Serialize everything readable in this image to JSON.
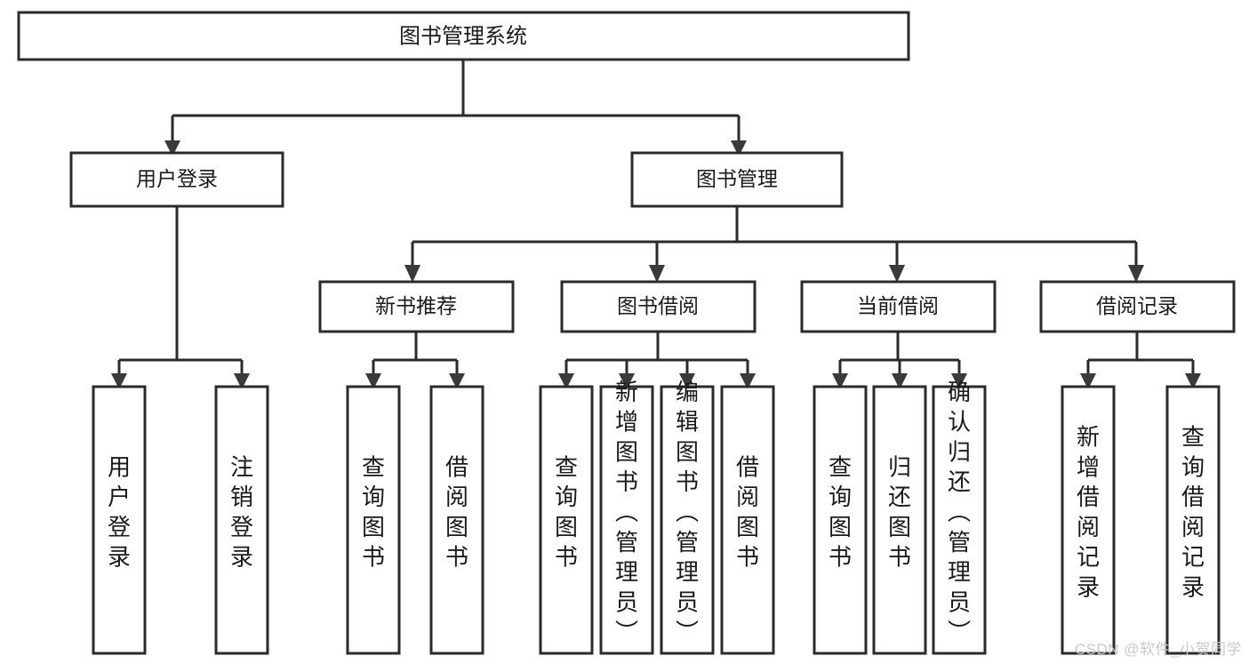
{
  "diagram": {
    "type": "tree-hierarchy",
    "title": "图书管理系统",
    "orientation": "top-down",
    "colors": {
      "box_fill": "#ffffff",
      "box_stroke": "#2b2b2b",
      "text": "#1a1a1a",
      "arrow": "#3a3a3a",
      "watermark": "#c9c9c9",
      "background": "#ffffff"
    },
    "levels": [
      {
        "level": 1,
        "nodes": [
          {
            "id": "root",
            "label": "图书管理系统",
            "orientation": "horizontal"
          }
        ]
      },
      {
        "level": 2,
        "nodes": [
          {
            "id": "user-login",
            "label": "用户登录",
            "parent": "root",
            "orientation": "horizontal"
          },
          {
            "id": "book-manage",
            "label": "图书管理",
            "parent": "root",
            "orientation": "horizontal"
          }
        ]
      },
      {
        "level": 3,
        "nodes": [
          {
            "id": "new-book-rec",
            "label": "新书推荐",
            "parent": "book-manage",
            "orientation": "horizontal"
          },
          {
            "id": "book-borrow",
            "label": "图书借阅",
            "parent": "book-manage",
            "orientation": "horizontal"
          },
          {
            "id": "current-borrow",
            "label": "当前借阅",
            "parent": "book-manage",
            "orientation": "horizontal"
          },
          {
            "id": "borrow-record",
            "label": "借阅记录",
            "parent": "book-manage",
            "orientation": "horizontal"
          }
        ]
      },
      {
        "level": 4,
        "nodes": [
          {
            "id": "leaf-user-login",
            "label": "用户登录",
            "parent": "user-login",
            "orientation": "vertical"
          },
          {
            "id": "leaf-logout",
            "label": "注销登录",
            "parent": "user-login",
            "orientation": "vertical"
          },
          {
            "id": "leaf-query-book-1",
            "label": "查询图书",
            "parent": "new-book-rec",
            "orientation": "vertical"
          },
          {
            "id": "leaf-borrow-book-1",
            "label": "借阅图书",
            "parent": "new-book-rec",
            "orientation": "vertical"
          },
          {
            "id": "leaf-query-book-2",
            "label": "查询图书",
            "parent": "book-borrow",
            "orientation": "vertical"
          },
          {
            "id": "leaf-add-book",
            "label": "新增图书（管理员）",
            "parent": "book-borrow",
            "orientation": "vertical"
          },
          {
            "id": "leaf-edit-book",
            "label": "编辑图书（管理员）",
            "parent": "book-borrow",
            "orientation": "vertical"
          },
          {
            "id": "leaf-borrow-book-2",
            "label": "借阅图书",
            "parent": "book-borrow",
            "orientation": "vertical"
          },
          {
            "id": "leaf-query-book-3",
            "label": "查询图书",
            "parent": "current-borrow",
            "orientation": "vertical"
          },
          {
            "id": "leaf-return-book",
            "label": "归还图书",
            "parent": "current-borrow",
            "orientation": "vertical"
          },
          {
            "id": "leaf-confirm-return",
            "label": "确认归还（管理员）",
            "parent": "current-borrow",
            "orientation": "vertical"
          },
          {
            "id": "leaf-add-record",
            "label": "新增借阅记录",
            "parent": "borrow-record",
            "orientation": "vertical"
          },
          {
            "id": "leaf-query-record",
            "label": "查询借阅记录",
            "parent": "borrow-record",
            "orientation": "vertical"
          }
        ]
      }
    ]
  },
  "watermark": {
    "text": "CSDN @软件_小贺同学"
  }
}
